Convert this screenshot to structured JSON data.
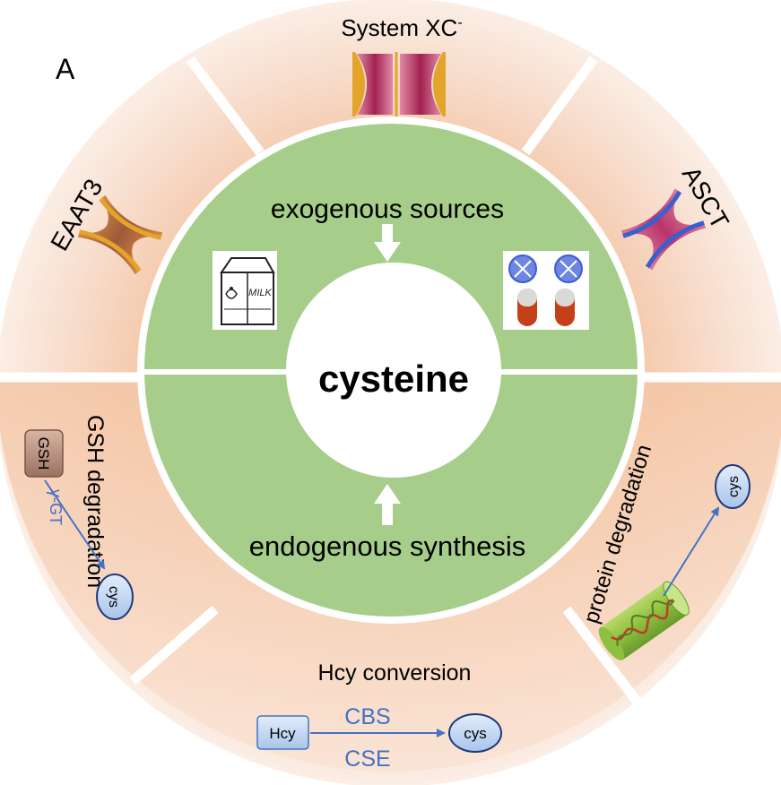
{
  "panel_label": "A",
  "center": {
    "label": "cysteine"
  },
  "inner": {
    "top_label": "exogenous sources",
    "bottom_label": "endogenous synthesis",
    "milk_text": "MILK"
  },
  "segments": {
    "system_xc": {
      "label": "System XC",
      "superscript": "-"
    },
    "asct": {
      "label": "ASCT"
    },
    "eaat3": {
      "label": "EAAT3"
    },
    "gsh": {
      "label": "GSH degradation",
      "substrate": "GSH",
      "enzyme": "γ-GT",
      "product": "cys"
    },
    "hcy": {
      "label": "Hcy conversion",
      "substrate": "Hcy",
      "enzyme_top": "CBS",
      "enzyme_bottom": "CSE",
      "product": "cys"
    },
    "protein": {
      "label": "protein degradation",
      "product": "cys"
    }
  },
  "colors": {
    "outer_ring_light": "#f7dccb",
    "outer_ring_dark": "#eeb08a",
    "inner_ring": "#a6ce8a",
    "center": "#ffffff",
    "arrow_blue": "#4472c4",
    "box_blue": "#c8dbf3",
    "transporter_magenta": "#b8356a",
    "transporter_gold": "#e3a42b",
    "transporter_blue": "#3a5fd0"
  }
}
